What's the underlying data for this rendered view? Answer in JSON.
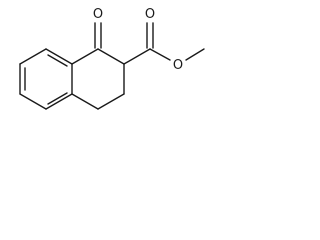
{
  "molecule": {
    "atom_labels": {
      "ketone_oxygen": "O",
      "ester_carbonyl_oxygen": "O",
      "ester_ether_oxygen": "O"
    }
  },
  "colors": {
    "bond": "#1a1a1a",
    "background": "#ffffff"
  }
}
